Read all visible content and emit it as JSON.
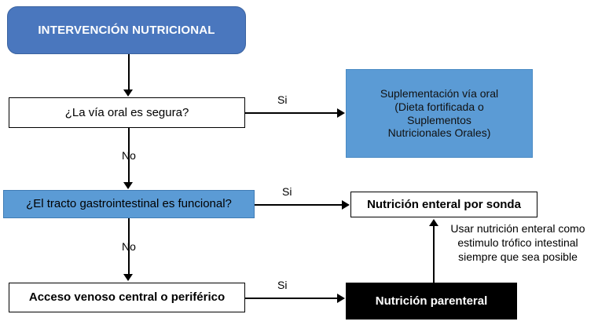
{
  "diagram": {
    "title": "INTERVENCIÓN NUTRICIONAL",
    "colors": {
      "header_blue": "#4a77be",
      "light_blue": "#5b9bd5",
      "black": "#000000",
      "white": "#ffffff"
    }
  },
  "nodes": {
    "header": {
      "label": "INTERVENCIÓN NUTRICIONAL"
    },
    "oral_safe": {
      "label": "¿La vía oral es segura?"
    },
    "oral_supplement": {
      "line1": "Suplementación vía oral",
      "line2": "(Dieta fortificada o",
      "line3": "Suplementos",
      "line4": "Nutricionales Orales)"
    },
    "gi_functional": {
      "label": "¿El tracto gastrointestinal es funcional?"
    },
    "tube_feeding": {
      "label": "Nutrición enteral por sonda"
    },
    "venous_access": {
      "label": "Acceso venoso central o periférico"
    },
    "parenteral": {
      "label": "Nutrición parenteral"
    }
  },
  "edge_labels": {
    "oral_yes": "Si",
    "oral_no": "No",
    "gi_yes": "Si",
    "gi_no": "No",
    "venous_yes": "Si"
  },
  "note": {
    "line1": "Usar nutrición enteral como",
    "line2": "estimulo trófico intestinal",
    "line3": "siempre que sea posible"
  }
}
